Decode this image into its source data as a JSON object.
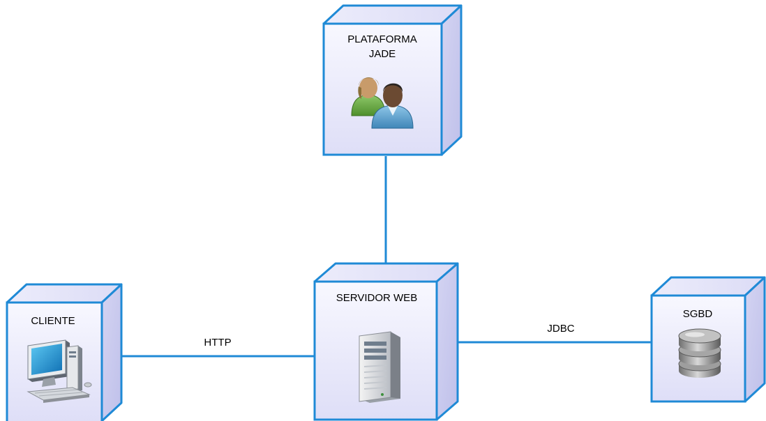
{
  "diagram": {
    "nodes": {
      "jade": {
        "label_line1": "PLATAFORMA",
        "label_line2": "JADE",
        "icon": "users-icon"
      },
      "server": {
        "label": "SERVIDOR WEB",
        "icon": "server-tower-icon"
      },
      "client": {
        "label": "CLIENTE",
        "icon": "desktop-computer-icon"
      },
      "sgbd": {
        "label": "SGBD",
        "icon": "database-icon"
      }
    },
    "edges": {
      "http": {
        "label": "HTTP"
      },
      "jdbc": {
        "label": "JDBC"
      },
      "jade_server": {
        "label": ""
      }
    },
    "colors": {
      "node_border": "#1f8ad6",
      "node_face_top": "#f7f7ff",
      "node_face_bottom": "#e2e2f8",
      "node_side": "#c9c9ee",
      "connector": "#1f8ad6"
    }
  }
}
